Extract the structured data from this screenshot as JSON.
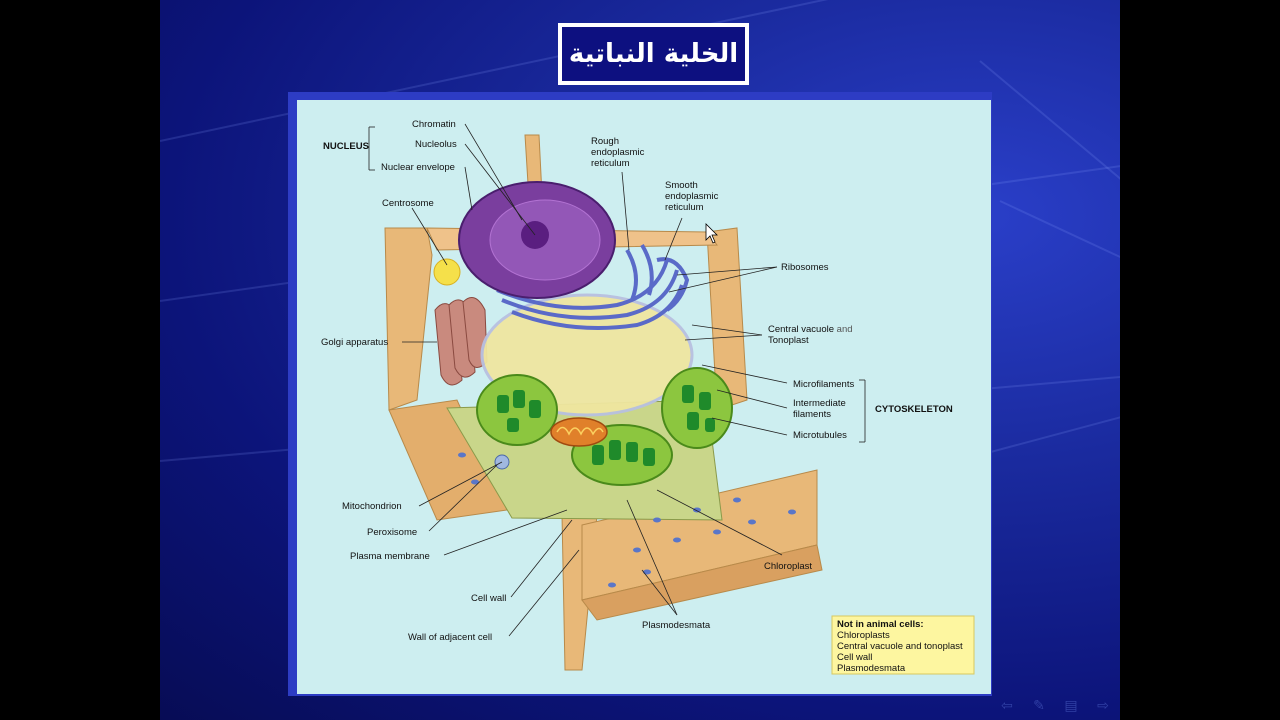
{
  "slide": {
    "title": "الخلية النباتية"
  },
  "labels": {
    "nucleus": "NUCLEUS",
    "chromatin": "Chromatin",
    "nucleolus": "Nucleolus",
    "nuclear_envelope": "Nuclear envelope",
    "centrosome": "Centrosome",
    "golgi": "Golgi apparatus",
    "rough_er_1": "Rough",
    "rough_er_2": "endoplasmic",
    "rough_er_3": "reticulum",
    "smooth_er_1": "Smooth",
    "smooth_er_2": "endoplasmic",
    "smooth_er_3": "reticulum",
    "ribosomes": "Ribosomes",
    "central_vacuole_1": "Central vacuole",
    "central_vacuole_and": " and",
    "central_vacuole_2": "Tonoplast",
    "microfilaments": "Microfilaments",
    "intermediate_1": "Intermediate",
    "intermediate_2": "filaments",
    "microtubules": "Microtubules",
    "cytoskeleton": "CYTOSKELETON",
    "mitochondrion": "Mitochondrion",
    "peroxisome": "Peroxisome",
    "plasma_membrane": "Plasma membrane",
    "cell_wall": "Cell wall",
    "wall_adjacent": "Wall of adjacent cell",
    "chloroplast": "Chloroplast",
    "plasmodesmata": "Plasmodesmata"
  },
  "note": {
    "heading": "Not in animal cells:",
    "items": [
      "Chloroplasts",
      "Central vacuole and tonoplast",
      "Cell wall",
      "Plasmodesmata"
    ]
  },
  "colors": {
    "slide_bg": "#1a2a9e",
    "diagram_bg": "#cdeef0",
    "cell_wall": "#e8b878",
    "nucleus": "#7a3e9e",
    "er": "#5a6ac8",
    "chloroplast": "#8cc63f",
    "mitochondrion": "#e0802a",
    "golgi": "#c98a7e",
    "centrosome": "#f5e04a",
    "note_bg": "#fdf6a0"
  },
  "nav": {
    "icons": [
      "back-arrow-icon",
      "pen-icon",
      "slides-icon",
      "forward-arrow-icon"
    ]
  }
}
